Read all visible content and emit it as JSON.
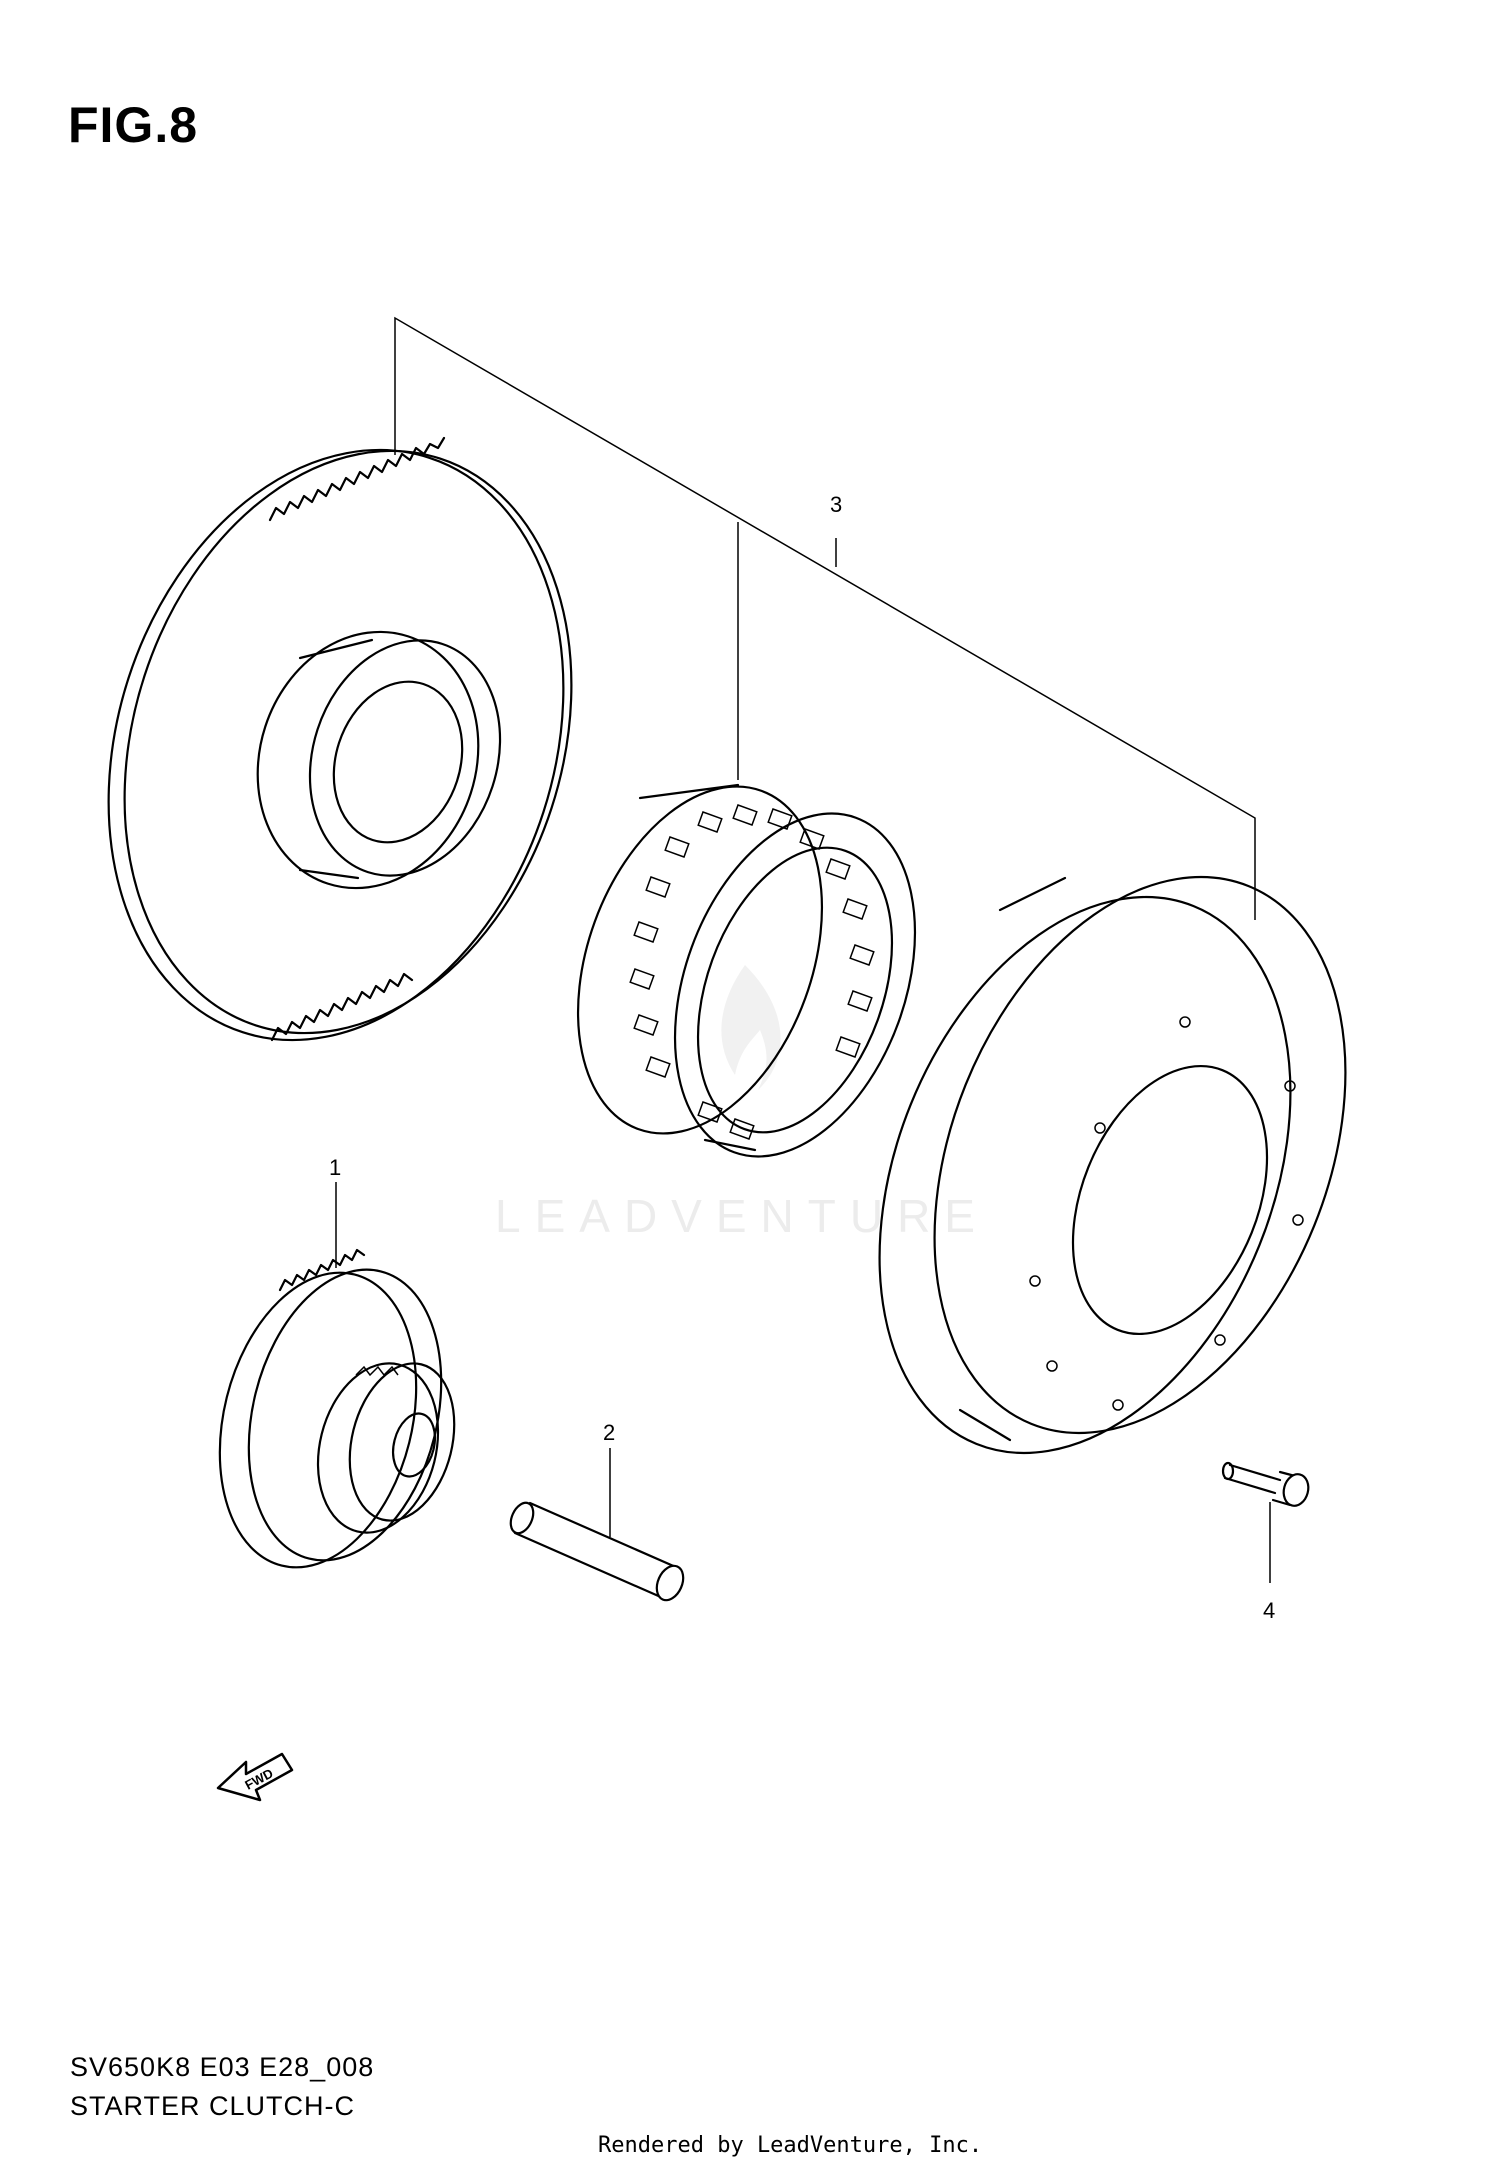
{
  "figure": {
    "title": "FIG.8"
  },
  "callouts": [
    {
      "id": "1",
      "label": "1"
    },
    {
      "id": "2",
      "label": "2"
    },
    {
      "id": "3",
      "label": "3"
    },
    {
      "id": "4",
      "label": "4"
    }
  ],
  "fwd_label": "FWD",
  "watermark": "LEADVENTURE",
  "footer": {
    "code": "SV650K8 E03 E28_008",
    "name": "STARTER CLUTCH-C",
    "rendered_by": "Rendered by LeadVenture, Inc."
  }
}
